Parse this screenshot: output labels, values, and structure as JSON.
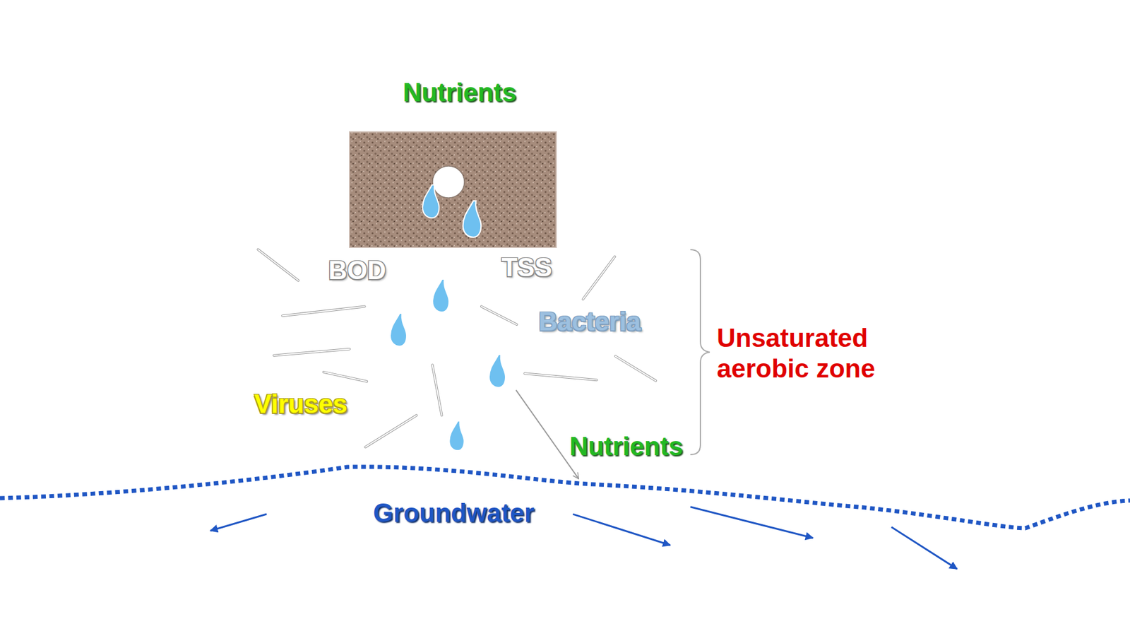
{
  "diagram": {
    "labels": [
      "Nutrients",
      "BOD",
      "TSS",
      "Bacteria",
      "Unsaturated aerobic zone",
      "Viruses",
      "Nutrients",
      "Groundwater"
    ]
  }
}
